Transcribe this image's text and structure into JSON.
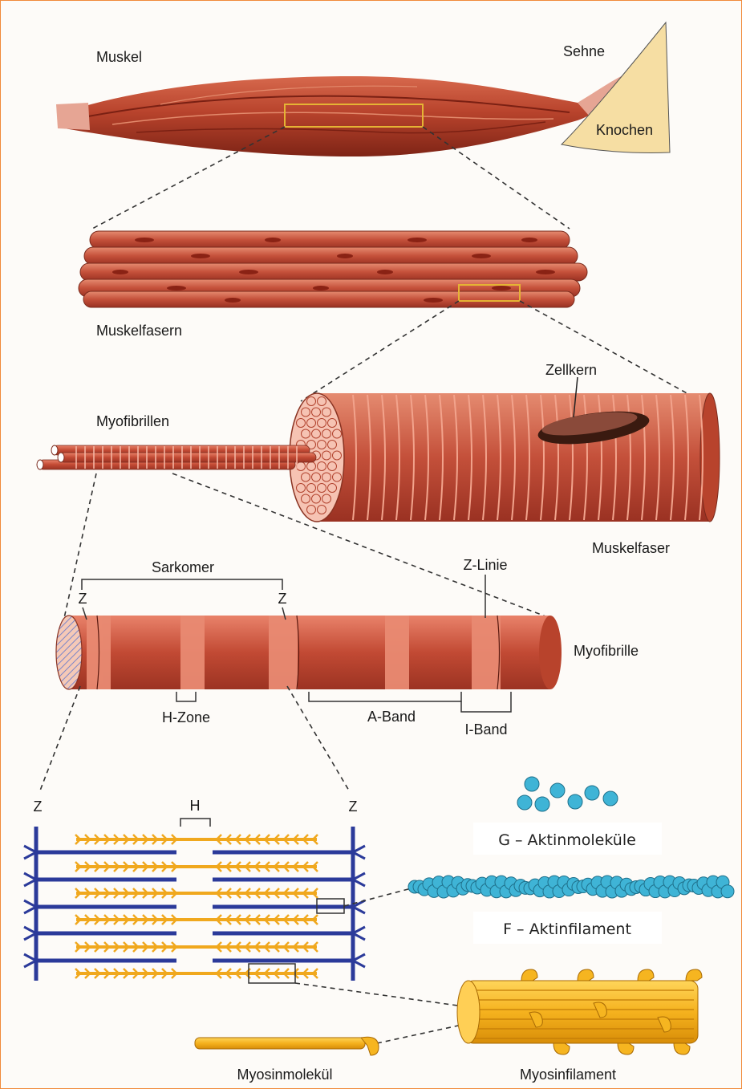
{
  "labels": {
    "muskel": "Muskel",
    "sehne": "Sehne",
    "knochen": "Knochen",
    "muskelfasern": "Muskelfasern",
    "zellkern": "Zellkern",
    "myofibrillen": "Myofibrillen",
    "muskelfaser": "Muskelfaser",
    "sarkomer": "Sarkomer",
    "z_linie": "Z-Linie",
    "z": "Z",
    "myofibrille": "Myofibrille",
    "h_zone": "H-Zone",
    "a_band": "A-Band",
    "i_band": "I-Band",
    "h": "H",
    "g_aktin": "G – Aktinmoleküle",
    "f_aktin": "F – Aktinfilament",
    "myosinmolekuel": "Myosinmolekül",
    "myosinfilament": "Myosinfilament"
  },
  "colors": {
    "muscle": "#b8432c",
    "muscle_dark": "#8e2a1b",
    "muscle_light": "#e08a6f",
    "actin_thin": "#2b3a9a",
    "myosin": "#f0a81e",
    "globular": "#3fb4d6",
    "frame": "#f08a3a"
  }
}
